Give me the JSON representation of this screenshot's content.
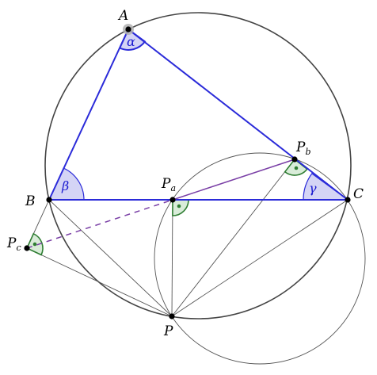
{
  "labels": {
    "A": {
      "base": "A",
      "sub": ""
    },
    "B": {
      "base": "B",
      "sub": ""
    },
    "C": {
      "base": "C",
      "sub": ""
    },
    "P": {
      "base": "P",
      "sub": ""
    },
    "Pa": {
      "base": "P",
      "sub": "a"
    },
    "Pb": {
      "base": "P",
      "sub": "b"
    },
    "Pc": {
      "base": "P",
      "sub": "c"
    }
  },
  "angles": {
    "alpha": "α",
    "beta": "β",
    "gamma": "γ"
  },
  "colors": {
    "triangle": "#2b2bd9",
    "angle_fill": "#d4d4f5",
    "simson_line": "#7a3fa6",
    "right_angle": "#2e7d32",
    "right_angle_fill": "#d9ecd9",
    "circle": "#444444",
    "thin_line": "#555555",
    "point_highlight": "#b0b0b0"
  }
}
